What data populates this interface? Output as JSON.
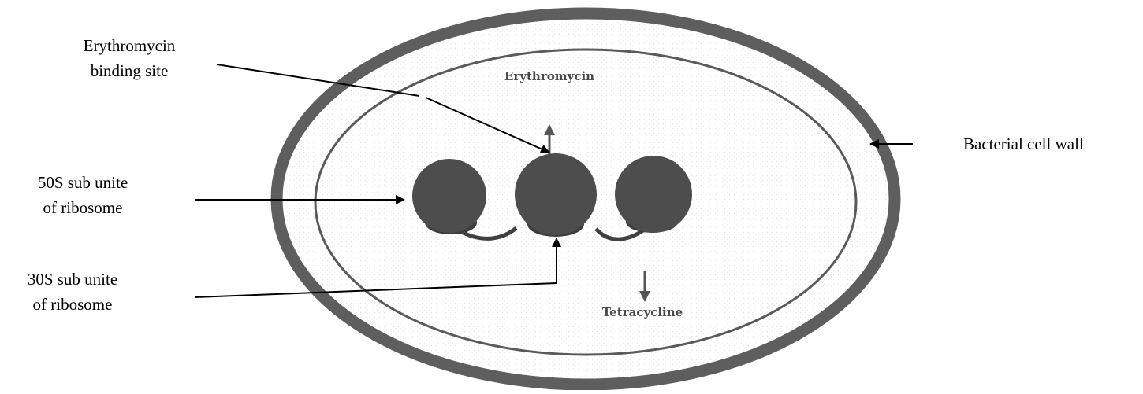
{
  "diagram": {
    "colors": {
      "wall": "#5e5e5e",
      "ribosome_large": "#4d4d4d",
      "ribosome_small": "#3d3d3d",
      "leader_line": "#000000",
      "inner_arrow": "#555555",
      "background_speckle": "#e6e6e6"
    },
    "callouts": {
      "erythromycin_site": {
        "line1": "Erythromycin",
        "line2": "binding site"
      },
      "subunit_50s": {
        "line1": "50S sub unite",
        "line2": "of ribosome"
      },
      "subunit_30s": {
        "line1": "30S sub unite",
        "line2": "of ribosome"
      },
      "cell_wall": {
        "line1": "Bacterial cell wall"
      }
    },
    "inner_labels": {
      "erythromycin": "Erythromycin",
      "tetracycline": "Tetracycline"
    }
  }
}
